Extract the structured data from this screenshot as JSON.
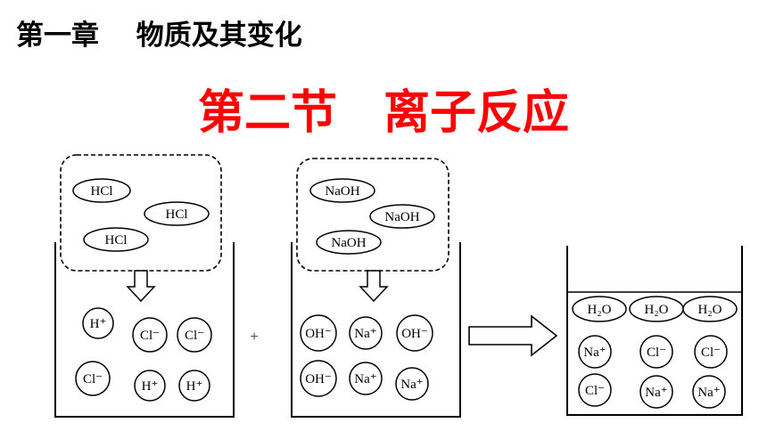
{
  "header": {
    "chapter_title": "第一章　 物质及其变化",
    "section_title": "第二节　离子反应"
  },
  "beaker1": {
    "molecules": [
      "HCl",
      "HCl",
      "HCl"
    ],
    "ions": [
      "H⁺",
      "Cl⁻",
      "Cl⁻",
      "Cl⁻",
      "H⁺",
      "H⁺"
    ]
  },
  "plus_sign": "+",
  "beaker2": {
    "molecules": [
      "NaOH",
      "NaOH",
      "NaOH"
    ],
    "ions": [
      "OH⁻",
      "Na⁺",
      "OH⁻",
      "OH⁻",
      "Na⁺",
      "Na⁺"
    ]
  },
  "beaker3": {
    "molecules": [
      "H₂O",
      "H₂O",
      "H₂O"
    ],
    "ions": [
      "Na⁺",
      "Cl⁻",
      "Cl⁻",
      "Cl⁻",
      "Na⁺",
      "Na⁺"
    ]
  }
}
